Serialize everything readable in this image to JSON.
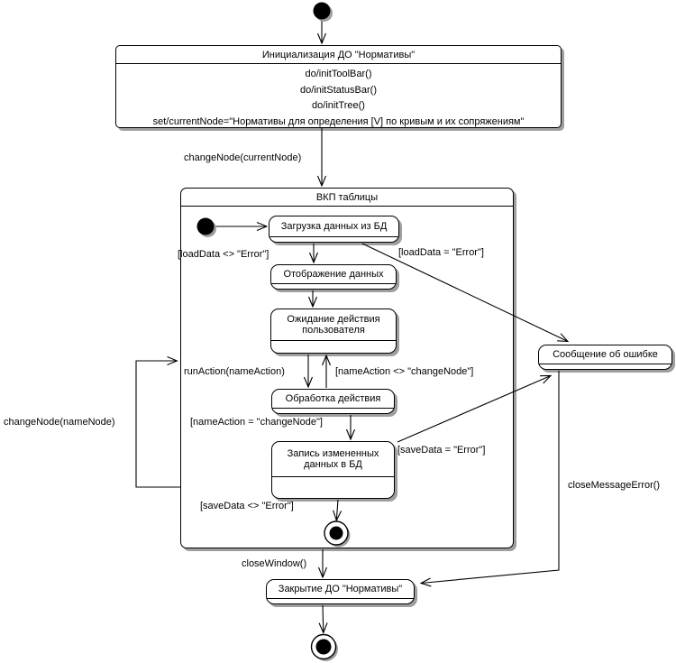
{
  "states": {
    "init": {
      "title": "Инициализация ДО \"Нормативы\"",
      "actions": [
        "do/initToolBar()",
        "do/initStatusBar()",
        "do/initTree()",
        "set/currentNode=\"Нормативы для определения [V] по кривым и их сопряжениям\""
      ]
    },
    "vkp": {
      "title": "ВКП таблицы"
    },
    "load": {
      "name": "Загрузка данных из БД"
    },
    "display": {
      "name": "Отображение данных"
    },
    "wait": {
      "name": "Ожидание действия пользователя"
    },
    "process": {
      "name": "Обработка действия"
    },
    "save": {
      "name": "Запись измененных данных в БД"
    },
    "error": {
      "name": "Сообщение об ошибке"
    },
    "close": {
      "name": "Закрытие ДО \"Нормативы\""
    }
  },
  "transitions": {
    "change_node_current": "changeNode(currentNode)",
    "load_ok": "[loadData <> \"Error\"]",
    "load_err": "[loadData = \"Error\"]",
    "run_action": "runAction(nameAction)",
    "action_ne_change": "[nameAction <> \"changeNode\"]",
    "action_eq_change": "[nameAction = \"changeNode\"]",
    "save_err": "[saveData = \"Error\"]",
    "save_ok": "[saveData <> \"Error\"]",
    "change_node_name": "changeNode(nameNode)",
    "close_window": "closeWindow()",
    "close_message_error": "closeMessageError()"
  },
  "colors": {
    "line": "#000000",
    "shadow": "#9e9e9e",
    "fill": "#ffffff"
  }
}
